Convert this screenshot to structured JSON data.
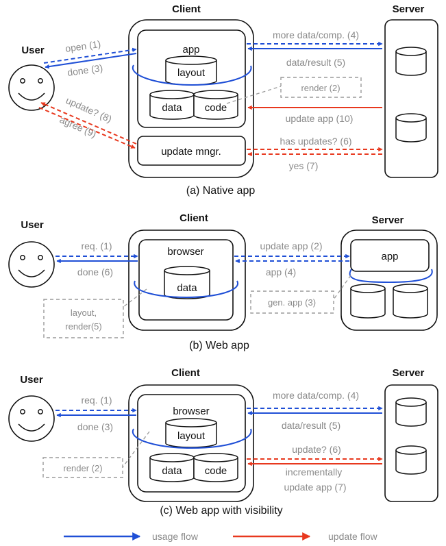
{
  "colors": {
    "usage": "#1f4fd6",
    "update": "#e8381e",
    "gray_text": "#8a8a8a"
  },
  "native": {
    "client_title": "Client",
    "server_title": "Server",
    "user_title": "User",
    "app": "app",
    "layout": "layout",
    "data": "data",
    "code": "code",
    "update_mngr": "update mngr.",
    "open": "open (1)",
    "done": "done (3)",
    "more_data": "more data/comp. (4)",
    "data_result": "data/result (5)",
    "render": "render (2)",
    "update_app": "update app (10)",
    "update_q": "update? (8)",
    "agree": "agree (9)",
    "has_updates": "has updates? (6)",
    "yes": "yes (7)",
    "caption": "(a) Native app"
  },
  "web": {
    "client_title": "Client",
    "server_title": "Server",
    "user_title": "User",
    "browser": "browser",
    "data": "data",
    "app": "app",
    "req": "req. (1)",
    "done": "done (6)",
    "update_app": "update app (2)",
    "app4": "app (4)",
    "layout_render_1": "layout,",
    "layout_render_2": "render(5)",
    "gen_app": "gen. app (3)",
    "caption": "(b) Web app"
  },
  "vis": {
    "client_title": "Client",
    "server_title": "Server",
    "user_title": "User",
    "browser": "browser",
    "layout": "layout",
    "data": "data",
    "code": "code",
    "req": "req. (1)",
    "done": "done (3)",
    "more_data": "more data/comp. (4)",
    "data_result": "data/result (5)",
    "render": "render (2)",
    "update_q": "update? (6)",
    "incr_1": "incrementally",
    "incr_2": "update app (7)",
    "caption": "(c) Web app with visibility"
  },
  "legend": {
    "usage": "usage flow",
    "update": "update flow"
  }
}
